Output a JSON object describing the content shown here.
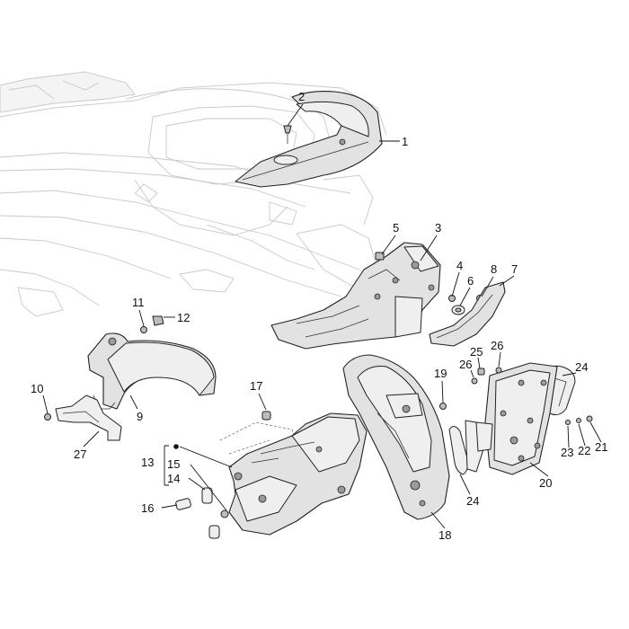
{
  "callouts": {
    "c1": "1",
    "c2": "2",
    "c3": "3",
    "c4": "4",
    "c5": "5",
    "c6": "6",
    "c7": "7",
    "c8": "8",
    "c9": "9",
    "c10": "10",
    "c11": "11",
    "c12": "12",
    "c13": "13",
    "c14": "14",
    "c15": "15",
    "c16": "16",
    "c17": "17",
    "c18": "18",
    "c19": "19",
    "c20": "20",
    "c21": "21",
    "c22": "22",
    "c23": "23",
    "c24a": "24",
    "c24b": "24",
    "c25": "25",
    "c26a": "26",
    "c26b": "26",
    "c27": "27"
  },
  "colors": {
    "ink": "#222222",
    "ghost": "#c9c9c9",
    "fill": "#e2e2e2"
  }
}
